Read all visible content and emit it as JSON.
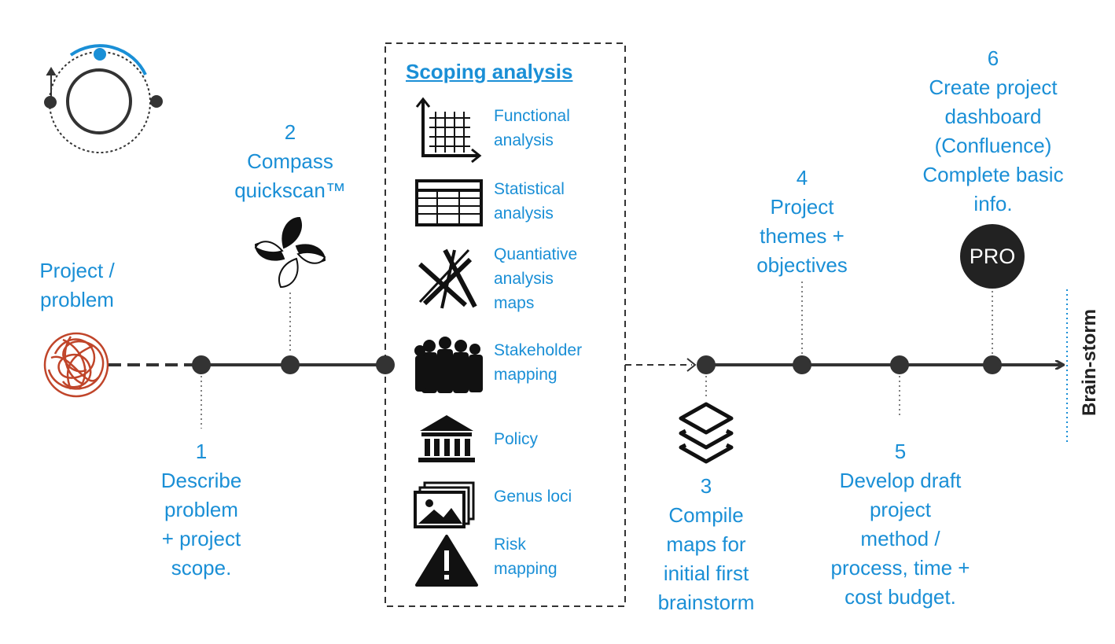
{
  "start": {
    "lines": [
      "Project /",
      "problem"
    ]
  },
  "steps": [
    {
      "number": "1",
      "lines": [
        "Describe",
        "problem",
        "+ project",
        "scope."
      ]
    },
    {
      "number": "2",
      "lines": [
        "Compass",
        "quickscan™"
      ]
    },
    {
      "number": "3",
      "lines": [
        "Compile",
        "maps for",
        "initial first",
        "brainstorm"
      ]
    },
    {
      "number": "4",
      "lines": [
        "Project",
        "themes +",
        "objectives"
      ]
    },
    {
      "number": "5",
      "lines": [
        "Develop draft",
        "project",
        "method /",
        "process, time +",
        "cost budget."
      ]
    },
    {
      "number": "6",
      "lines": [
        "Create project",
        "dashboard",
        "(Confluence)",
        "Complete basic",
        "info."
      ]
    }
  ],
  "scoping": {
    "title": "Scoping analysis",
    "items": [
      {
        "icon": "chart-grid-icon",
        "lines": [
          "Functional",
          "analysis"
        ]
      },
      {
        "icon": "table-icon",
        "lines": [
          "Statistical",
          "analysis"
        ]
      },
      {
        "icon": "crossed-lines-icon",
        "lines": [
          "Quantiative",
          "analysis",
          "maps"
        ]
      },
      {
        "icon": "people-crowd-icon",
        "lines": [
          "Stakeholder",
          "mapping"
        ]
      },
      {
        "icon": "government-building-icon",
        "lines": [
          "Policy"
        ]
      },
      {
        "icon": "landscape-photo-icon",
        "lines": [
          "Genus loci"
        ]
      },
      {
        "icon": "warning-triangle-icon",
        "lines": [
          "Risk",
          "mapping"
        ]
      }
    ]
  },
  "badge": "PRO",
  "end_label": "Brain-storm",
  "colors": {
    "text_blue": "#1a8fd6",
    "line": "#333333",
    "scribble": "#c0452a",
    "badge": "#222222"
  }
}
